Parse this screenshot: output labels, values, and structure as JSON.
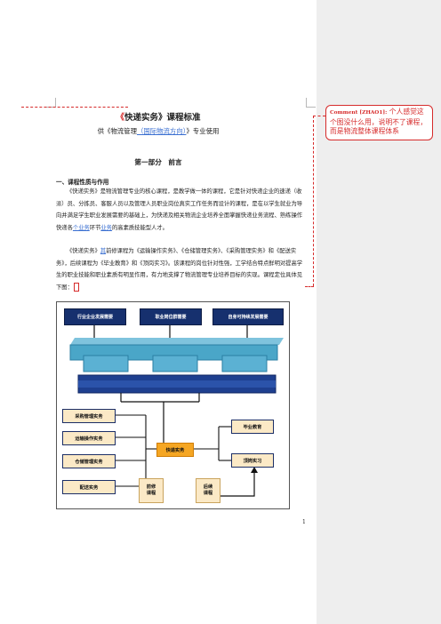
{
  "doc": {
    "title_prefix": "《",
    "title": "快递实务》课程标准",
    "subtitle_pre": "供《物流管理",
    "subtitle_rev": "（国际物流方向）",
    "subtitle_post": "》专业使用",
    "part_heading": "第一部分　前言",
    "section1": "一、课程性质与作用",
    "para1": "《快递实务》是物流管理专业的核心课程，是教学做一体的课程，它是针对快递企业的速递（收派）员、分拣员、客服人员以及管理人员职业岗位真实工作任务而设计的课程，是在以学生就业为导向并满足学生职业发展需要的基础上，为快递及相关物流企业培养全面掌握快递业务流程、熟练操作快递各",
    "para1_rev1": "个业务",
    "para1_mid": "环节",
    "para1_rev2": "业务",
    "para1_end": "的高素质技能型人才。",
    "para2_a": "《快递实务》",
    "para2_rev": "其",
    "para2_b": "前修课程为《运输操作实务》、《仓储管理实务》、《采购管理实务》和《配送实务》，后续课程为《毕业教育》和《顶岗实习》。该课程的岗位针对性强，工学结合特点鲜明对提高学生的职业技能和职业素质有明显作用，有力地支撑了物流管理专业培养目标的实现。课程定位具体见下图："
  },
  "comment": {
    "author": "Comment [ZHAO1]:",
    "text": "个人感觉这个图没什么用，说明不了课程，而是物流整体课程体系"
  },
  "diagram": {
    "top_boxes": [
      "行业企业发展需要",
      "职业岗位群需要",
      "自身可持续发展需要"
    ],
    "left_boxes": [
      "采购管理实务",
      "运输操作实务",
      "仓储管理实务",
      "配送实务"
    ],
    "center": "快递实务",
    "pre_label": "前修课程",
    "post_label": "后续课程",
    "right_boxes": [
      "毕业教育",
      "顶岗实习"
    ]
  },
  "page_number": "1",
  "colors": {
    "accent_red": "#d62b2b",
    "revision_blue": "#3a6fd1",
    "navy": "#16306e",
    "orange": "#f5a623",
    "tan": "#fbe9c6",
    "teal": "#4aa6c8"
  }
}
